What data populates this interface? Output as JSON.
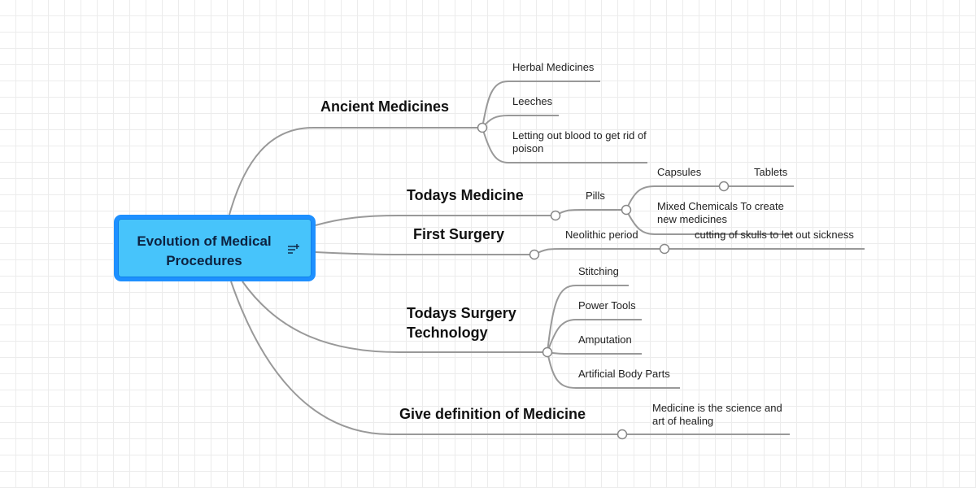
{
  "root": {
    "title": "Evolution of Medical Procedures",
    "icon": "notes-add-icon"
  },
  "topics": {
    "ancient": {
      "label": "Ancient Medicines",
      "items": [
        "Herbal Medicines",
        "Leeches",
        "Letting out blood to get rid of poison"
      ]
    },
    "todays_medicine": {
      "label": "Todays Medicine",
      "pills": {
        "label": "Pills",
        "capsules": {
          "label": "Capsules",
          "child": "Tablets"
        },
        "mixed": "Mixed Chemicals To create new medicines"
      }
    },
    "first_surgery": {
      "label": "First Surgery",
      "neolithic": {
        "label": "Neolithic period",
        "child": "cutting of skulls to let out sickness"
      }
    },
    "todays_surgery": {
      "label": "Todays Surgery Technology",
      "items": [
        "Stitching",
        "Power Tools",
        "Amputation",
        "Artificial Body Parts"
      ]
    },
    "definition": {
      "label": "Give definition of Medicine",
      "child": "Medicine is the science and art of healing"
    }
  },
  "colors": {
    "root_fill": "#47c4fb",
    "root_border": "#1e90ff",
    "connector": "#9e9e9e",
    "grid": "#ececec"
  }
}
